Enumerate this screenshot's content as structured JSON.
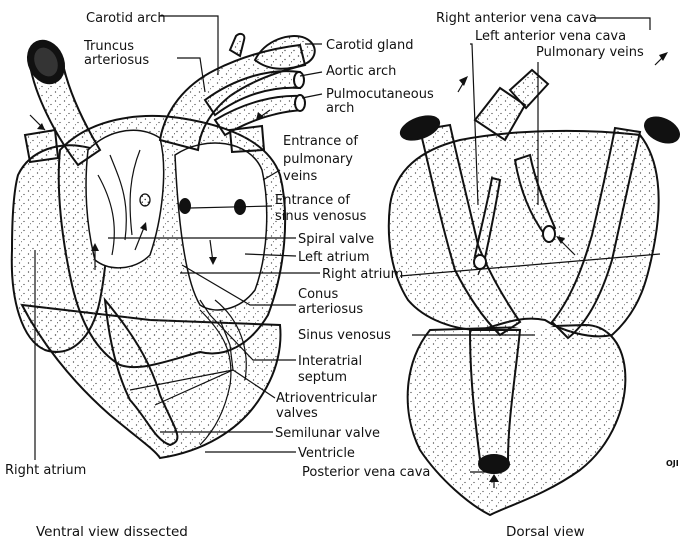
{
  "figure": {
    "captions": {
      "ventral": "Ventral view dissected",
      "dorsal": "Dorsal view"
    },
    "signature": "OJI",
    "ventral_labels": {
      "carotid_arch": "Carotid arch",
      "truncus": "Truncus",
      "arteriosus": "arteriosus",
      "carotid_gland": "Carotid gland",
      "aortic_arch": "Aortic arch",
      "pulmocutaneous": "Pulmocutaneous",
      "arch": "arch",
      "entrance_of": "Entrance of",
      "pulmonary": "pulmonary",
      "veins": "veins",
      "entrance_of_2": "Entrance of",
      "sinus_venosus_entrance": "sinus venosus",
      "spiral_valve": "Spiral valve",
      "left_atrium": "Left atrium",
      "right_atrium": "Right atrium",
      "conus": "Conus",
      "conus_arteriosus": "arteriosus",
      "sinus_venosus": "Sinus venosus",
      "interatrial": "Interatrial",
      "septum": "septum",
      "atrioventricular": "Atrioventricular",
      "valves": "valves",
      "semilunar_valve": "Semilunar valve",
      "ventricle": "Ventricle",
      "right_atrium_lower": "Right atrium"
    },
    "dorsal_labels": {
      "right_anterior_vena_cava": "Right anterior vena cava",
      "left_anterior_vena_cava": "Left anterior vena cava",
      "pulmonary_veins": "Pulmonary veins",
      "posterior_vena_cava": "Posterior vena cava"
    }
  }
}
